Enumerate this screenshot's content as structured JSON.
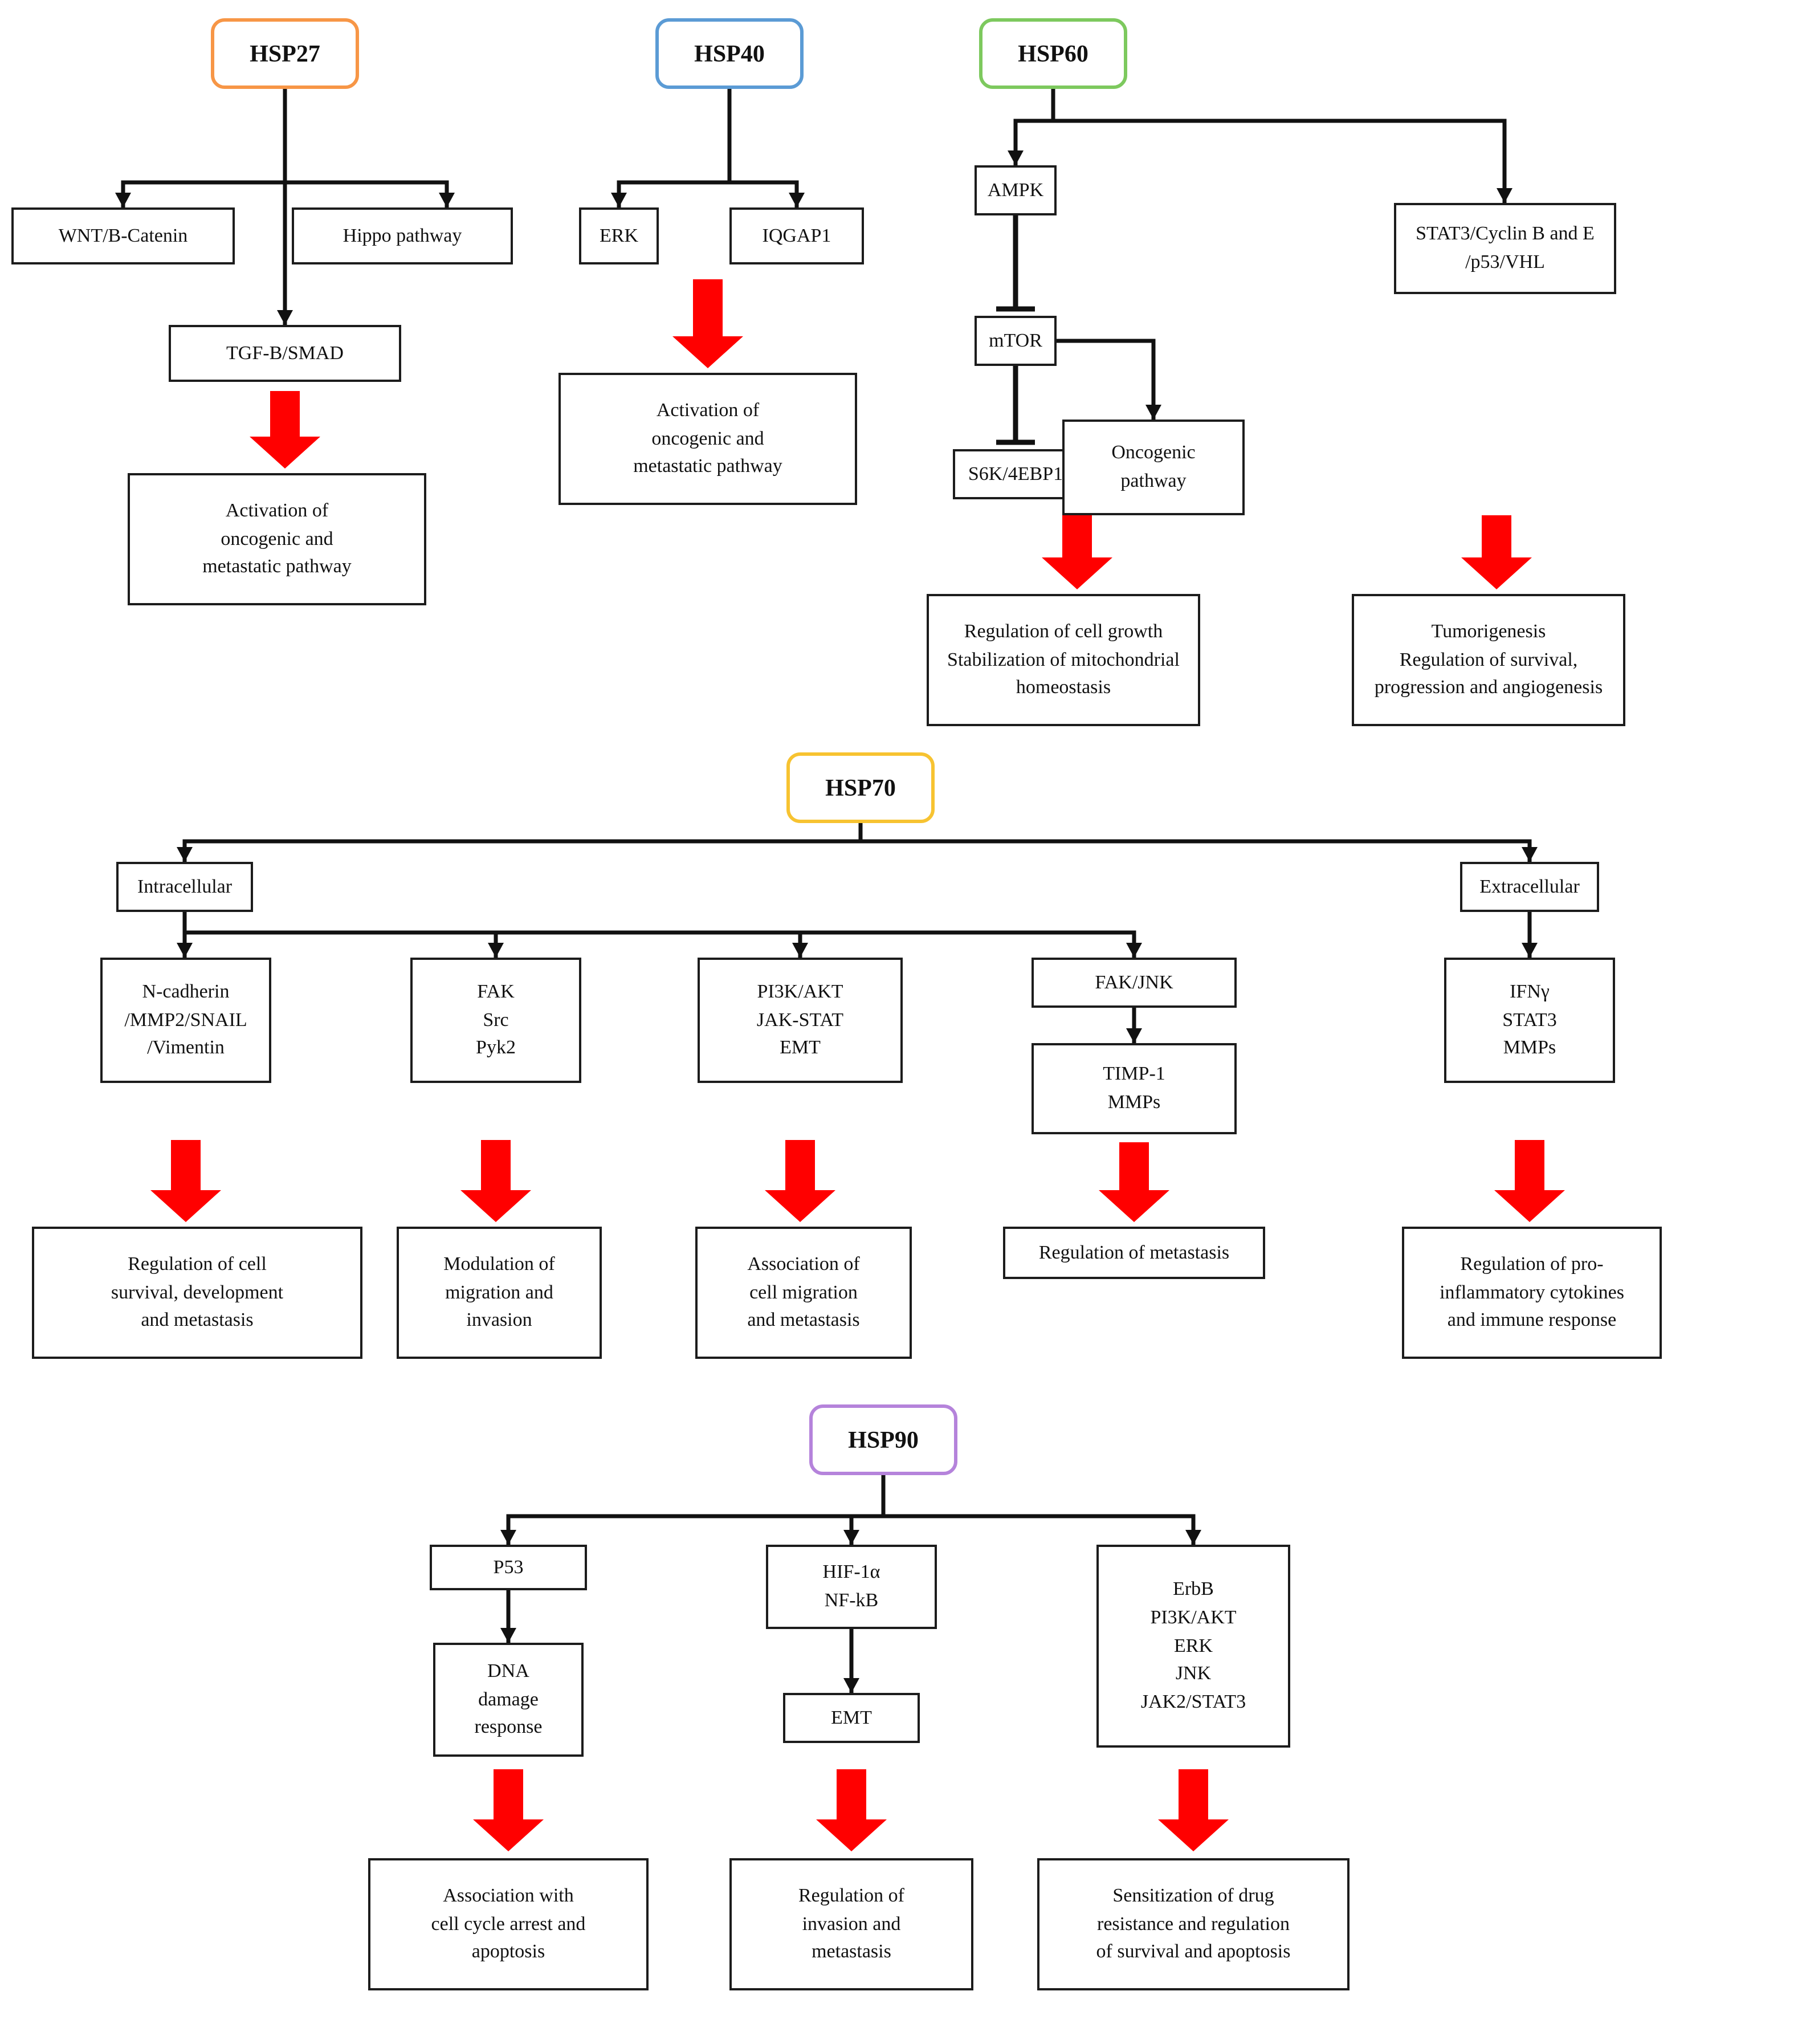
{
  "diagram": {
    "headers": [
      {
        "id": "hsp27",
        "label": "HSP27",
        "border_color": "#F79646"
      },
      {
        "id": "hsp40",
        "label": "HSP40",
        "border_color": "#5B9BD5"
      },
      {
        "id": "hsp60",
        "label": "HSP60",
        "border_color": "#7DC95E"
      },
      {
        "id": "hsp70",
        "label": "HSP70",
        "border_color": "#F7C331"
      },
      {
        "id": "hsp90",
        "label": "HSP90",
        "border_color": "#B583DB"
      }
    ],
    "boxes": [
      {
        "id": "wnt",
        "lines": [
          "WNT/B-Catenin"
        ]
      },
      {
        "id": "hippo",
        "lines": [
          "Hippo pathway"
        ]
      },
      {
        "id": "tgfb",
        "lines": [
          "TGF-B/SMAD"
        ]
      },
      {
        "id": "hsp27_result",
        "lines": [
          "Activation of",
          "oncogenic and",
          "metastatic pathway"
        ]
      },
      {
        "id": "erk",
        "lines": [
          "ERK"
        ]
      },
      {
        "id": "iqgap1",
        "lines": [
          "IQGAP1"
        ]
      },
      {
        "id": "hsp40_result",
        "lines": [
          "Activation of",
          "oncogenic and",
          "metastatic pathway"
        ]
      },
      {
        "id": "ampk",
        "lines": [
          "AMPK"
        ]
      },
      {
        "id": "mtor",
        "lines": [
          "mTOR"
        ]
      },
      {
        "id": "s6k",
        "lines": [
          "S6K/4EBP1"
        ]
      },
      {
        "id": "oncogenic",
        "lines": [
          "Oncogenic",
          "pathway"
        ]
      },
      {
        "id": "stat3cyclin",
        "lines": [
          "STAT3/Cyclin B and E",
          "/p53/VHL"
        ]
      },
      {
        "id": "growth_result",
        "lines": [
          "Regulation of cell growth",
          "Stabilization of mitochondrial",
          "homeostasis"
        ]
      },
      {
        "id": "tumorigenesis_result",
        "lines": [
          "Tumorigenesis",
          "Regulation of survival,",
          "progression and angiogenesis"
        ]
      },
      {
        "id": "intracellular",
        "lines": [
          "Intracellular"
        ]
      },
      {
        "id": "extracellular",
        "lines": [
          "Extracellular"
        ]
      },
      {
        "id": "ncadherin",
        "lines": [
          "N-cadherin",
          "/MMP2/SNAIL",
          "/Vimentin"
        ]
      },
      {
        "id": "fak_src",
        "lines": [
          "FAK",
          "Src",
          "Pyk2"
        ]
      },
      {
        "id": "pi3k",
        "lines": [
          "PI3K/AKT",
          "JAK-STAT",
          "EMT"
        ]
      },
      {
        "id": "fakjnk",
        "lines": [
          "FAK/JNK"
        ]
      },
      {
        "id": "timp1",
        "lines": [
          "TIMP-1",
          "MMPs"
        ]
      },
      {
        "id": "ifng",
        "lines": [
          "IFNγ",
          "STAT3",
          "MMPs"
        ]
      },
      {
        "id": "survival_result",
        "lines": [
          "Regulation of cell",
          "survival, development",
          "and metastasis"
        ]
      },
      {
        "id": "modulation_result",
        "lines": [
          "Modulation of",
          "migration and",
          "invasion"
        ]
      },
      {
        "id": "association_result",
        "lines": [
          "Association of",
          "cell migration",
          "and metastasis"
        ]
      },
      {
        "id": "metastasis_result",
        "lines": [
          "Regulation of metastasis"
        ]
      },
      {
        "id": "cytokines_result",
        "lines": [
          "Regulation of pro-",
          "inflammatory cytokines",
          "and immune response"
        ]
      },
      {
        "id": "p53",
        "lines": [
          "P53"
        ]
      },
      {
        "id": "dna",
        "lines": [
          "DNA",
          "damage",
          "response"
        ]
      },
      {
        "id": "hif",
        "lines": [
          "HIF-1α",
          "NF-kB"
        ]
      },
      {
        "id": "emt",
        "lines": [
          "EMT"
        ]
      },
      {
        "id": "erbb",
        "lines": [
          "ErbB",
          "PI3K/AKT",
          "ERK",
          "JNK",
          "JAK2/STAT3"
        ]
      },
      {
        "id": "cellcycle_result",
        "lines": [
          "Association with",
          "cell cycle arrest and",
          "apoptosis"
        ]
      },
      {
        "id": "invasion_result",
        "lines": [
          "Regulation of",
          "invasion and",
          "metastasis"
        ]
      },
      {
        "id": "sensitization_result",
        "lines": [
          "Sensitization of drug",
          "resistance and regulation",
          "of survival and apoptosis"
        ]
      }
    ],
    "edges": [
      {
        "from": "hsp27",
        "to": "wnt",
        "type": "arrow"
      },
      {
        "from": "hsp27",
        "to": "hippo",
        "type": "arrow"
      },
      {
        "from": "hsp27",
        "to": "tgfb",
        "type": "arrow"
      },
      {
        "from": "tgfb",
        "to": "hsp27_result",
        "type": "red-block-arrow"
      },
      {
        "from": "hsp40",
        "to": "erk",
        "type": "arrow"
      },
      {
        "from": "hsp40",
        "to": "iqgap1",
        "type": "arrow"
      },
      {
        "from": "erk",
        "to": "hsp40_result",
        "type": "red-block-arrow"
      },
      {
        "from": "hsp60",
        "to": "ampk",
        "type": "arrow"
      },
      {
        "from": "hsp60",
        "to": "stat3cyclin",
        "type": "arrow"
      },
      {
        "from": "ampk",
        "to": "mtor",
        "type": "inhibit"
      },
      {
        "from": "mtor",
        "to": "s6k",
        "type": "inhibit"
      },
      {
        "from": "mtor",
        "to": "oncogenic",
        "type": "arrow"
      },
      {
        "from": "s6k",
        "to": "growth_result",
        "type": "red-block-arrow"
      },
      {
        "from": "stat3cyclin",
        "to": "tumorigenesis_result",
        "type": "red-block-arrow"
      },
      {
        "from": "hsp70",
        "to": "intracellular",
        "type": "arrow"
      },
      {
        "from": "hsp70",
        "to": "extracellular",
        "type": "arrow"
      },
      {
        "from": "intracellular",
        "to": "ncadherin",
        "type": "arrow"
      },
      {
        "from": "intracellular",
        "to": "fak_src",
        "type": "arrow"
      },
      {
        "from": "intracellular",
        "to": "pi3k",
        "type": "arrow"
      },
      {
        "from": "intracellular",
        "to": "fakjnk",
        "type": "arrow"
      },
      {
        "from": "fakjnk",
        "to": "timp1",
        "type": "arrow"
      },
      {
        "from": "extracellular",
        "to": "ifng",
        "type": "arrow"
      },
      {
        "from": "ncadherin",
        "to": "survival_result",
        "type": "red-block-arrow"
      },
      {
        "from": "fak_src",
        "to": "modulation_result",
        "type": "red-block-arrow"
      },
      {
        "from": "pi3k",
        "to": "association_result",
        "type": "red-block-arrow"
      },
      {
        "from": "timp1",
        "to": "metastasis_result",
        "type": "red-block-arrow"
      },
      {
        "from": "ifng",
        "to": "cytokines_result",
        "type": "red-block-arrow"
      },
      {
        "from": "hsp90",
        "to": "p53",
        "type": "arrow"
      },
      {
        "from": "hsp90",
        "to": "hif",
        "type": "arrow"
      },
      {
        "from": "hsp90",
        "to": "erbb",
        "type": "arrow"
      },
      {
        "from": "p53",
        "to": "dna",
        "type": "arrow"
      },
      {
        "from": "hif",
        "to": "emt",
        "type": "arrow"
      },
      {
        "from": "dna",
        "to": "cellcycle_result",
        "type": "red-block-arrow"
      },
      {
        "from": "emt",
        "to": "invasion_result",
        "type": "red-block-arrow"
      },
      {
        "from": "erbb",
        "to": "sensitization_result",
        "type": "red-block-arrow"
      }
    ],
    "red_arrow_color": "#FF0000",
    "line_color": "#111111"
  }
}
